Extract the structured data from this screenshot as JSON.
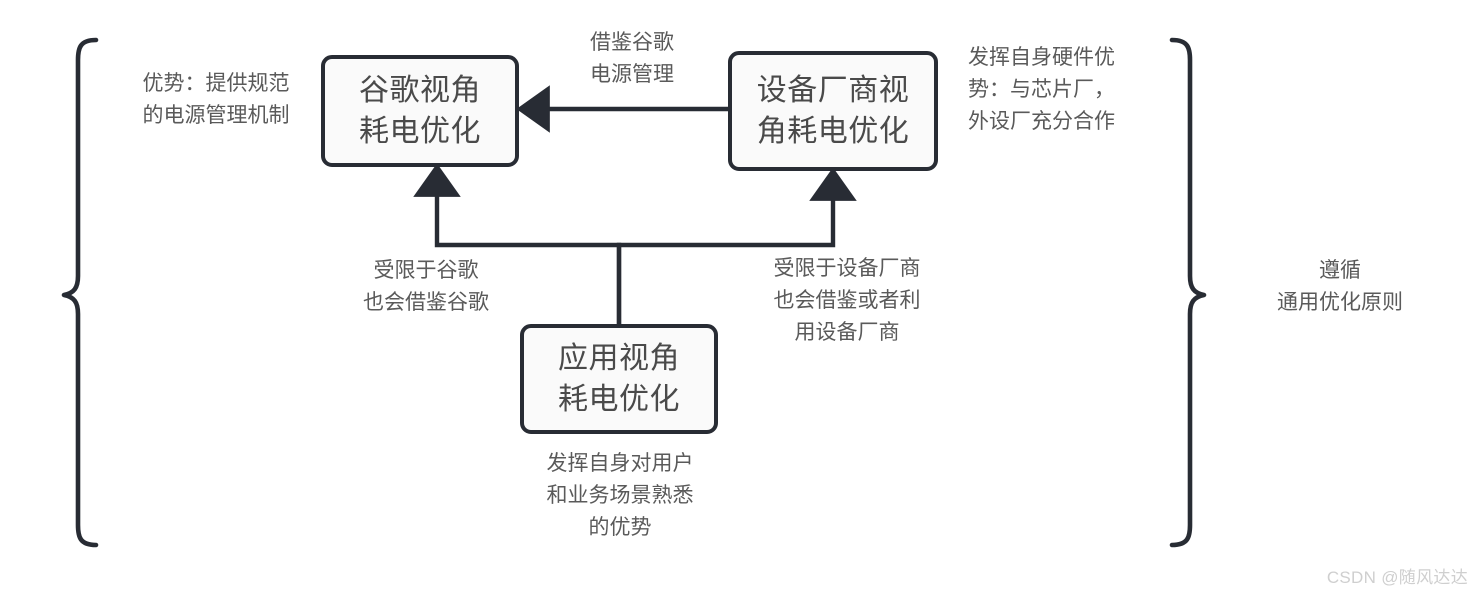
{
  "diagram": {
    "title_watermark": "CSDN @随风达达",
    "colors": {
      "box_border": "#282c34",
      "box_fill": "#fafafa",
      "box_text": "#4a4a4a",
      "note_text": "#5a5a5a",
      "connector": "#282c34",
      "brace": "#282c34",
      "watermark": "#cfcfcf",
      "background": "#ffffff"
    },
    "nodes": [
      {
        "id": "google",
        "line1": "谷歌视角",
        "line2": "耗电优化"
      },
      {
        "id": "vendor",
        "line1": "设备厂商视",
        "line2": "角耗电优化"
      },
      {
        "id": "app",
        "line1": "应用视角",
        "line2": "耗电优化"
      }
    ],
    "notes": {
      "left_advantage": "优势：提供规范\n的电源管理机制",
      "borrow_google_power": "借鉴谷歌\n电源管理",
      "hardware_advantage": "发挥自身硬件优\n势：与芯片厂，\n外设厂充分合作",
      "limited_by_google": "受限于谷歌\n也会借鉴谷歌",
      "limited_by_vendor": "受限于设备厂商\n也会借鉴或者利\n用设备厂商",
      "app_advantage": "发挥自身对用户\n和业务场景熟悉\n的优势",
      "right_principle": "遵循\n通用优化原则"
    },
    "edges": [
      {
        "id": "vendor-to-google",
        "from": "vendor",
        "to": "google",
        "label": "借鉴谷歌\n电源管理",
        "direction": "left"
      },
      {
        "id": "app-to-google",
        "from": "app",
        "to": "google",
        "label": "受限于谷歌\n也会借鉴谷歌",
        "direction": "up"
      },
      {
        "id": "app-to-vendor",
        "from": "app",
        "to": "vendor",
        "label": "受限于设备厂商\n也会借鉴或者利\n用设备厂商",
        "direction": "up"
      }
    ],
    "braces": [
      {
        "id": "left-brace",
        "side": "left",
        "label": "优势：提供规范\n的电源管理机制"
      },
      {
        "id": "right-brace",
        "side": "right",
        "label": "遵循\n通用优化原则"
      }
    ]
  }
}
